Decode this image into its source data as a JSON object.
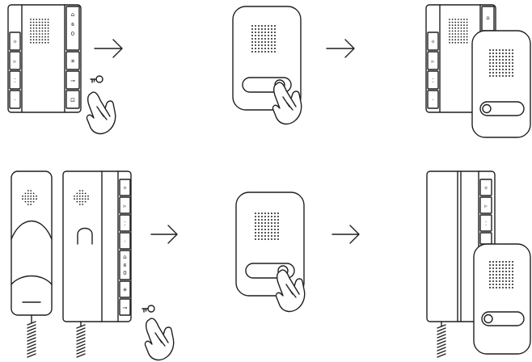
{
  "diagram": {
    "rows": [
      {
        "steps": [
          {
            "name": "intercom-handset-free-panel-key-press"
          },
          {
            "name": "door-station-button-press"
          },
          {
            "name": "intercom-with-door-station"
          }
        ]
      },
      {
        "steps": [
          {
            "name": "intercom-with-handset-key-press"
          },
          {
            "name": "door-station-button-press"
          },
          {
            "name": "intercom-handset-with-door-station"
          }
        ]
      }
    ],
    "arrow_icon": "arrow-right-icon",
    "colors": {
      "stroke": "#1f1f1f",
      "background": "#ffffff"
    }
  }
}
